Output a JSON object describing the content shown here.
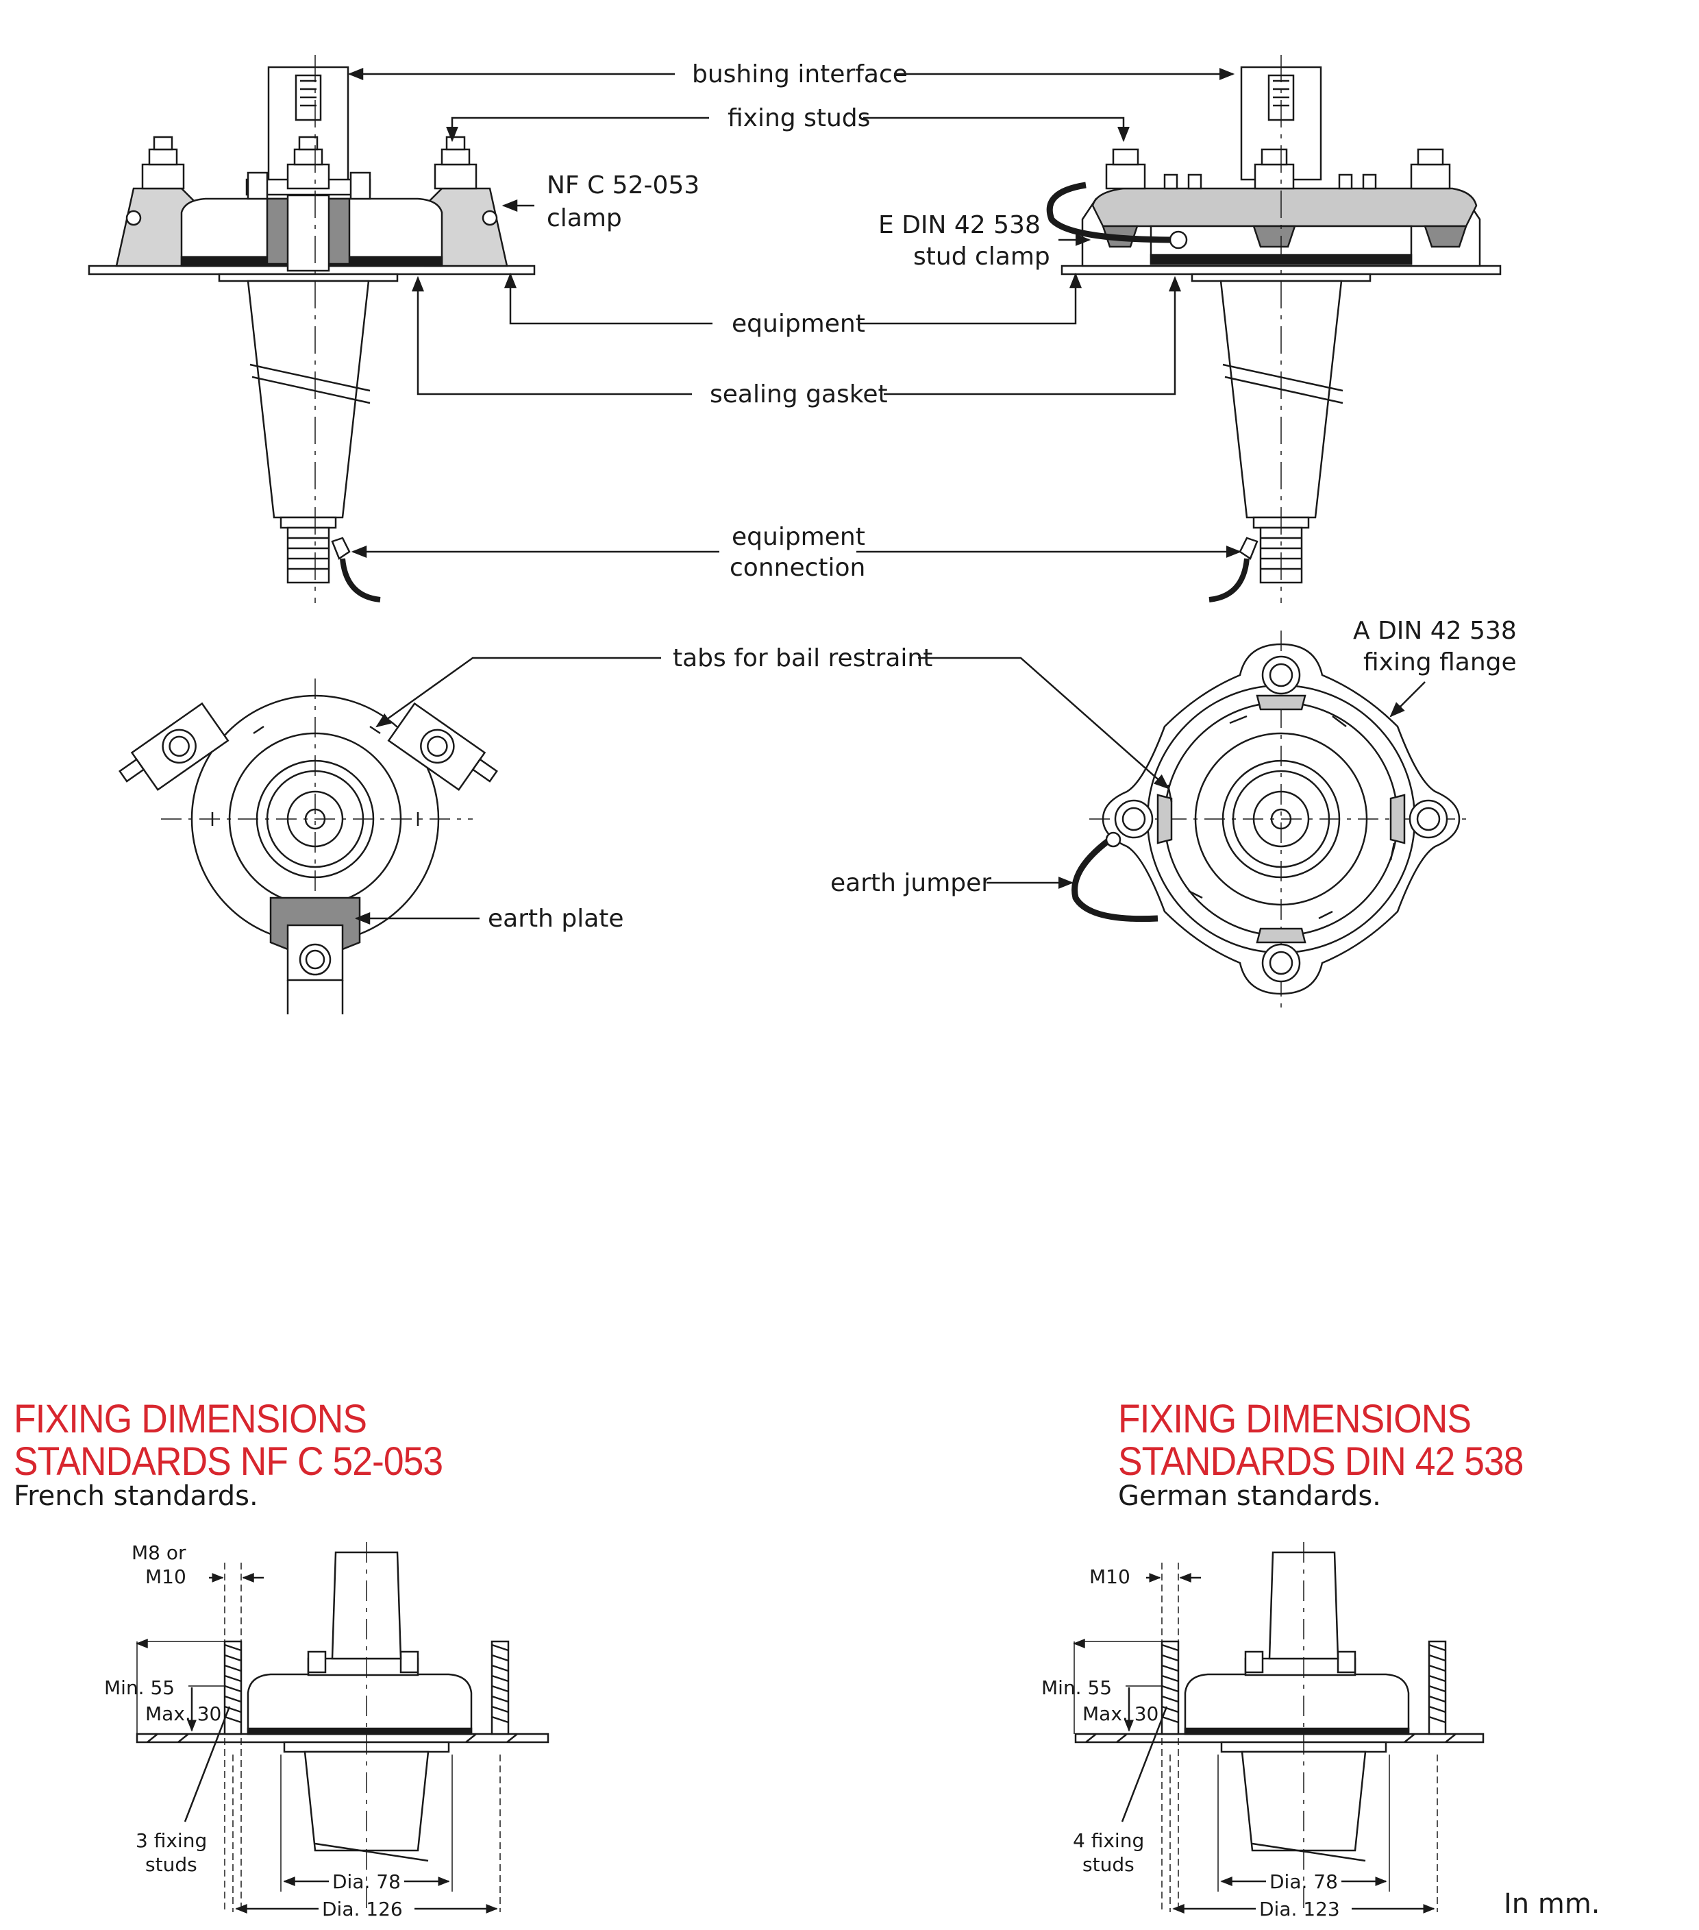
{
  "labels": {
    "bushing_interface": "bushing interface",
    "fixing_studs": "fixing studs",
    "nfc_clamp_1": "NF C 52-053",
    "nfc_clamp_2": "clamp",
    "edin_1": "E DIN 42 538",
    "edin_2": "stud clamp",
    "equipment": "equipment",
    "sealing_gasket": "sealing gasket",
    "equip_conn_1": "equipment",
    "equip_conn_2": "connection",
    "tabs": "tabs for bail restraint",
    "adin_1": "A DIN 42 538",
    "adin_2": "fixing flange",
    "earth_jumper": "earth jumper",
    "earth_plate": "earth plate"
  },
  "french": {
    "title_1": "FIXING DIMENSIONS",
    "title_2": "STANDARDS NF C 52-053",
    "subtitle": "French standards.",
    "thread_1": "M8 or",
    "thread_2": "M10",
    "min": "Min. 55",
    "max": "Max. 30",
    "studs_1": "3 fixing",
    "studs_2": "studs",
    "dia_inner": "Dia. 78",
    "dia_outer": "Dia. 126"
  },
  "german": {
    "title_1": "FIXING DIMENSIONS",
    "title_2": "STANDARDS DIN 42 538",
    "subtitle": "German standards.",
    "thread": "M10",
    "min": "Min. 55",
    "max": "Max. 30",
    "studs_1": "4 fixing",
    "studs_2": "studs",
    "dia_inner": "Dia. 78",
    "dia_outer": "Dia. 123"
  },
  "units": "In mm.",
  "colors": {
    "heading": "#d8262e",
    "line": "#1a1a1a",
    "shade": "#8a8a8a",
    "light_shade": "#c9c9c9"
  }
}
